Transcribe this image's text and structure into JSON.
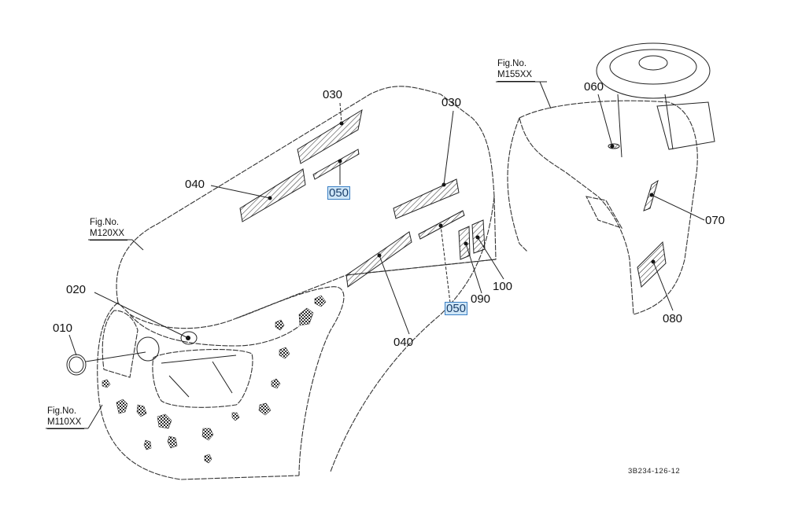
{
  "diagram": {
    "title_code": "3B234-126-12",
    "fig_refs": [
      {
        "label": "Fig.No.",
        "number": "M155XX"
      },
      {
        "label": "Fig.No.",
        "number": "M120XX"
      },
      {
        "label": "Fig.No.",
        "number": "M110XX"
      }
    ],
    "callouts": [
      {
        "id": "030-top",
        "text": "030",
        "highlighted": false
      },
      {
        "id": "030-right",
        "text": "030",
        "highlighted": false
      },
      {
        "id": "040-top",
        "text": "040",
        "highlighted": false
      },
      {
        "id": "050-top",
        "text": "050",
        "highlighted": true
      },
      {
        "id": "060",
        "text": "060",
        "highlighted": false
      },
      {
        "id": "070",
        "text": "070",
        "highlighted": false
      },
      {
        "id": "080",
        "text": "080",
        "highlighted": false
      },
      {
        "id": "020",
        "text": "020",
        "highlighted": false
      },
      {
        "id": "010",
        "text": "010",
        "highlighted": false
      },
      {
        "id": "040-bottom",
        "text": "040",
        "highlighted": false
      },
      {
        "id": "050-bottom",
        "text": "050",
        "highlighted": true
      },
      {
        "id": "090",
        "text": "090",
        "highlighted": false
      },
      {
        "id": "100",
        "text": "100",
        "highlighted": false
      }
    ],
    "highlight_color": "#cfe6f7",
    "highlight_border": "#3a7fc4"
  }
}
